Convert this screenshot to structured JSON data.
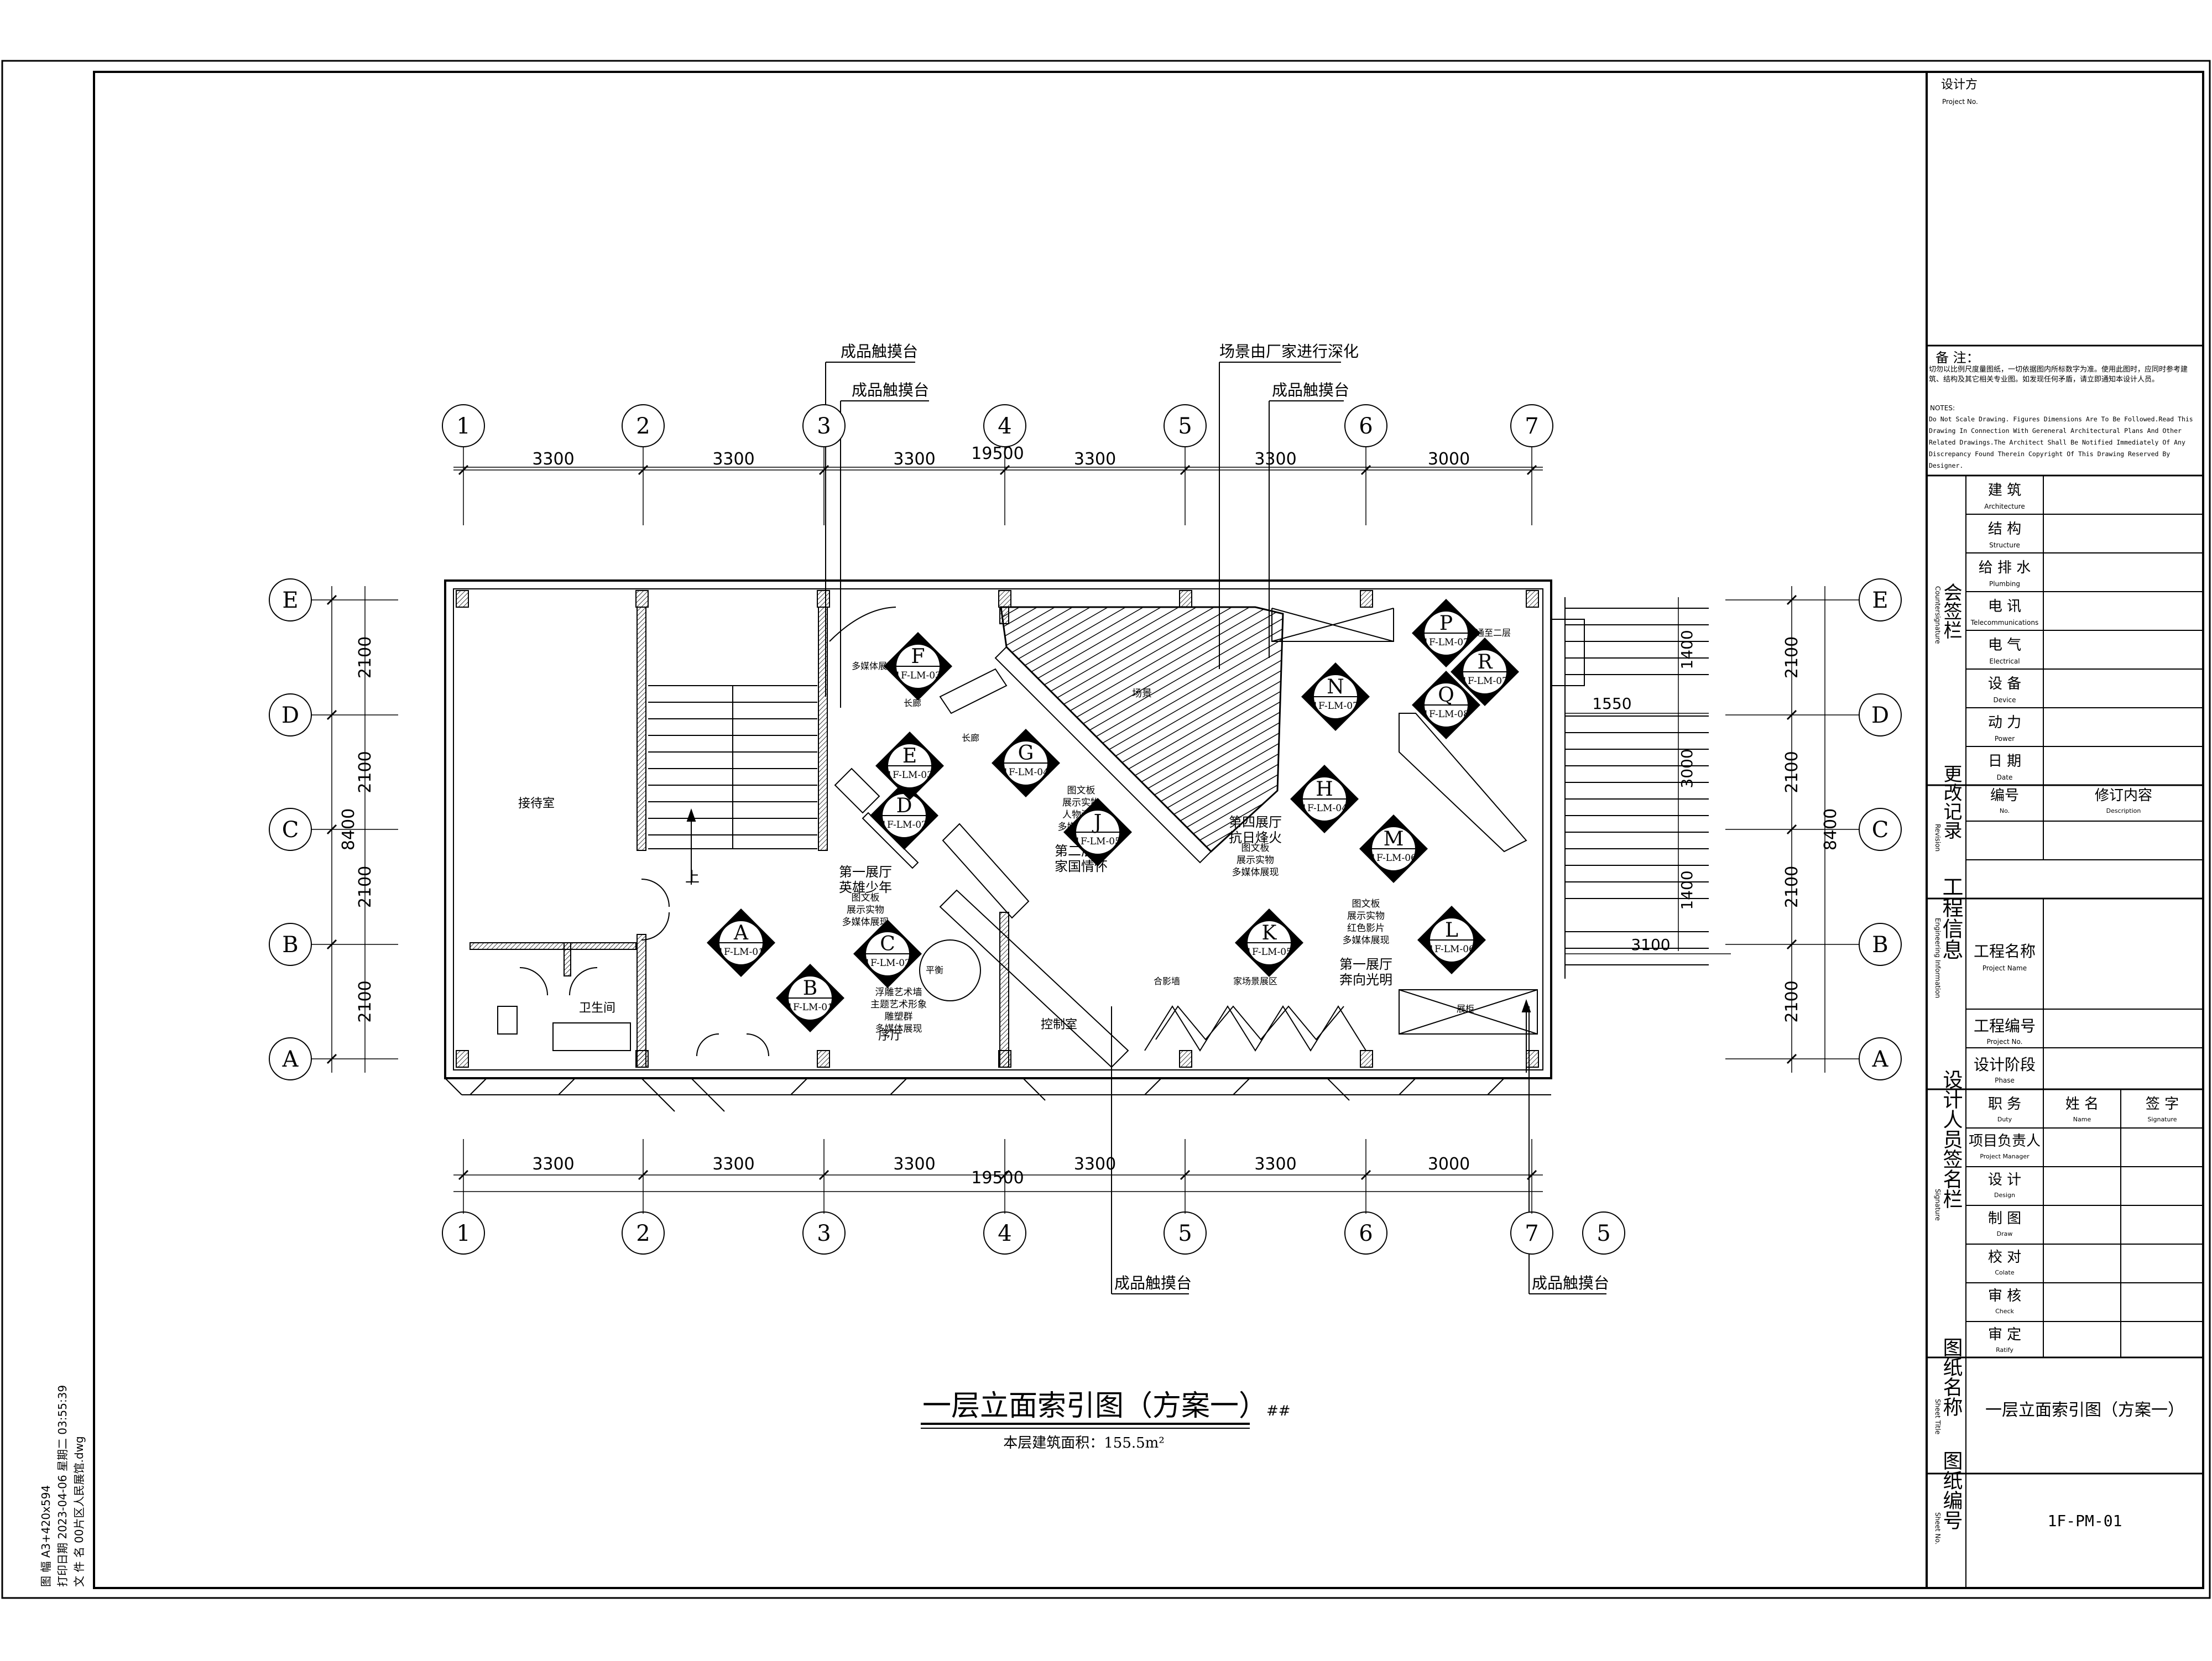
{
  "plan": {
    "axes_x": [
      "1",
      "2",
      "3",
      "4",
      "5",
      "6",
      "7"
    ],
    "axis_x_extra": "5",
    "axes_y": [
      "E",
      "D",
      "C",
      "B",
      "A"
    ],
    "dims_x": [
      "3300",
      "3300",
      "3300",
      "3300",
      "3300",
      "3000"
    ],
    "dims_x_bottom": [
      "3300",
      "3300",
      "3300",
      "3300",
      "3300",
      "3000"
    ],
    "total_x": "19500",
    "total_y": "8400",
    "dims_y_left": [
      "2100",
      "2100",
      "2100",
      "2100"
    ],
    "dims_y_right": [
      "2100",
      "2100",
      "2100",
      "2100"
    ],
    "dims_misc": {
      "d1400a": "1400",
      "d3000": "3000",
      "d1400b": "1400",
      "d1550": "1550",
      "d3100": "3100"
    },
    "callouts": {
      "c1": "成品触摸台",
      "c2": "成品触摸台",
      "c3": "场景由厂家进行深化",
      "c4": "成品触摸台",
      "c5": "成品触摸台",
      "c6": "成品触摸台"
    },
    "rooms": {
      "reception": "接待室",
      "wc": "卫生间",
      "lobby": "序厅",
      "control": "控制室",
      "up": "上",
      "scene": "场景",
      "long1": "长廊",
      "long2": "长廊",
      "balance": "平衡",
      "photo": "合影墙",
      "media_wall": "多媒体展示",
      "stairs_note": "通至二层",
      "cabinet": "展柜",
      "scene_wall": "家场景展区"
    },
    "hall_texts": {
      "h1": [
        "第一展厅",
        "英雄少年",
        "图文板",
        "展示实物",
        "多媒体展现"
      ],
      "h2": [
        "图文板",
        "展示实物",
        "人物浮雕",
        "多媒体展现",
        "第二展厅",
        "家国情怀"
      ],
      "h3": [
        "第四展厅",
        "抗日烽火",
        "图文板",
        "展示实物",
        "多媒体展现"
      ],
      "h4": [
        "图文板",
        "展示实物",
        "红色影片",
        "多媒体展现",
        "第一展厅",
        "奔向光明"
      ],
      "h5": [
        "浮雕艺术墙",
        "主题艺术形象",
        "雕塑群",
        "多媒体展现"
      ]
    },
    "markers": [
      {
        "letter": "A",
        "code": "1F-LM-01"
      },
      {
        "letter": "B",
        "code": "1F-LM-01"
      },
      {
        "letter": "C",
        "code": "1F-LM-02"
      },
      {
        "letter": "D",
        "code": "1F-LM-02"
      },
      {
        "letter": "E",
        "code": "1F-LM-03"
      },
      {
        "letter": "F",
        "code": "1F-LM-03"
      },
      {
        "letter": "G",
        "code": "1F-LM-04"
      },
      {
        "letter": "H",
        "code": "1F-LM-04"
      },
      {
        "letter": "J",
        "code": "1F-LM-05"
      },
      {
        "letter": "K",
        "code": "1F-LM-05"
      },
      {
        "letter": "L",
        "code": "1F-LM-06"
      },
      {
        "letter": "M",
        "code": "1F-LM-06"
      },
      {
        "letter": "N",
        "code": "1F-LM-07"
      },
      {
        "letter": "P",
        "code": "1F-LM-07"
      },
      {
        "letter": "R",
        "code": "1F-LM-07"
      },
      {
        "letter": "Q",
        "code": "1F-LM-08"
      }
    ],
    "title": "一层立面索引图（方案一）",
    "title_suffix": "##",
    "area": "本层建筑面积：155.5m²"
  },
  "side_info": [
    "图    幅   A3+420x594",
    "打印日期   2023-04-06 星期二 03:55:39",
    "文 件 名   00片区人民展馆.dwg"
  ],
  "title_block": {
    "designer": "设计方",
    "designer_en": "Project No.",
    "notes_title": "备    注：",
    "notes_cn": "切勿以比例尺度量图纸，一切依据图内所标数字为准。使用此图时，应同时参考建筑、结构及其它相关专业图。如发现任何矛盾，请立即通知本设计人员。",
    "notes_en_title": "NOTES:",
    "notes_en": "Do Not Scale Drawing. Figures Dimensions Are To Be Followed.Read This Drawing In Connection With Gereneral Architectural Plans And Other Related Drawings.The Architect Shall Be Notified Immediately Of Any Discrepancy Found Therein Copyright Of This Drawing Reserved By Designer.",
    "countersign": "会签栏",
    "countersign_en": "Countersignature",
    "disciplines": [
      {
        "cn": "建    筑",
        "en": "Architecture"
      },
      {
        "cn": "结    构",
        "en": "Structure"
      },
      {
        "cn": "给 排 水",
        "en": "Plumbing"
      },
      {
        "cn": "电    讯",
        "en": "Telecommunications"
      },
      {
        "cn": "电    气",
        "en": "Electrical"
      },
      {
        "cn": "设    备",
        "en": "Device"
      },
      {
        "cn": "动    力",
        "en": "Power"
      },
      {
        "cn": "日    期",
        "en": "Date"
      }
    ],
    "revision": "更改记录",
    "revision_en": "Revision",
    "rev_no": "编号",
    "rev_no_en": "No.",
    "rev_desc": "修订内容",
    "rev_desc_en": "Description",
    "eng_info": "工程信息",
    "eng_info_en": "Engineering Information",
    "project_name": "工程名称",
    "project_name_en": "Project Name",
    "project_no": "工程编号",
    "project_no_en": "Project No.",
    "design_stage": "设计阶段",
    "design_stage_en": "Phase",
    "sign_title": "设计人员签名栏",
    "sign_title_en": "Signature",
    "duty": "职    务",
    "duty_en": "Duty",
    "name": "姓    名",
    "name_en": "Name",
    "signature": "签    字",
    "signature_en": "Signature",
    "roles": [
      {
        "cn": "项目负责人",
        "en": "Project Manager"
      },
      {
        "cn": "设    计",
        "en": "Design"
      },
      {
        "cn": "制    图",
        "en": "Draw"
      },
      {
        "cn": "校    对",
        "en": "Colate"
      },
      {
        "cn": "审    核",
        "en": "Check"
      },
      {
        "cn": "审    定",
        "en": "Ratify"
      }
    ],
    "sheet_name_label": "图纸名称",
    "sheet_name_label_en": "Sheet Title",
    "sheet_name": "一层立面索引图（方案一）",
    "sheet_no_label": "图纸编号",
    "sheet_no_label_en": "Sheet No.",
    "sheet_no": "1F-PM-01"
  }
}
